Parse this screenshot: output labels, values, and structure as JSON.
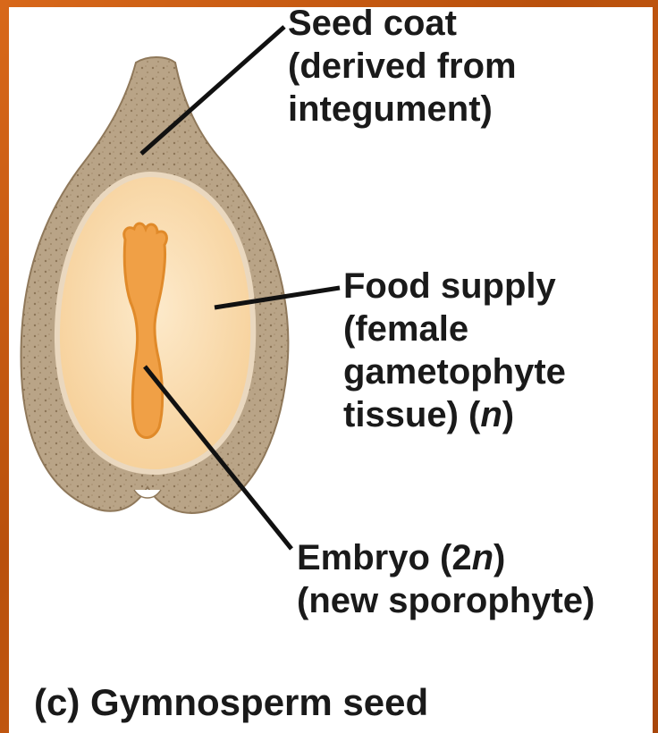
{
  "labels": {
    "seed_coat": [
      "Seed coat",
      "(derived from",
      "integument)"
    ],
    "food_supply": [
      "Food supply",
      "(female",
      "gametophyte"
    ],
    "food_supply_last": {
      "prefix": "tissue) (",
      "italic": "n",
      "suffix": ")"
    },
    "embryo_line1": {
      "prefix": "Embryo (2",
      "italic": "n",
      "suffix": ")"
    },
    "embryo_line2": "(new sporophyte)"
  },
  "caption": "(c) Gymnosperm seed",
  "colors": {
    "background": "#c75a10",
    "seed_coat": "#b6a184",
    "food_supply": "#f9dcae",
    "embryo": "#f0a046",
    "leader_line": "#111111"
  }
}
